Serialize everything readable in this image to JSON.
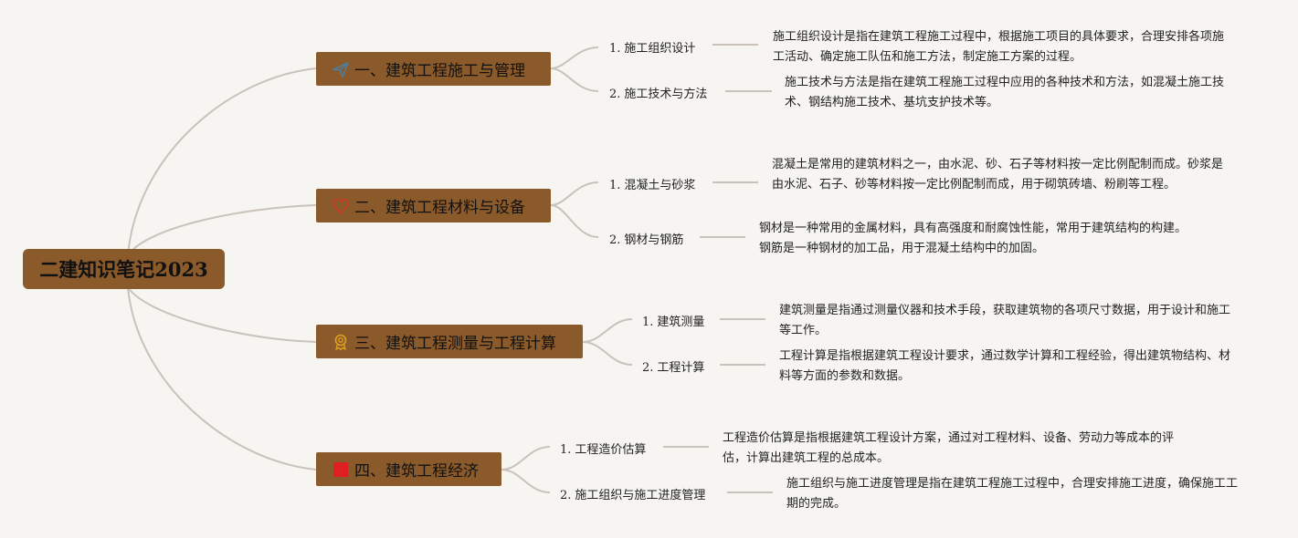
{
  "root": {
    "title": "二建知识笔记2023"
  },
  "branches": [
    {
      "title": "一、建筑工程施工与管理",
      "icon": "paper-plane-icon",
      "items": [
        {
          "num": "1.",
          "label": "施工组织设计",
          "desc": "施工组织设计是指在建筑工程施工过程中，根据施工项目的具体要求，合理安排各项施工活动、确定施工队伍和施工方法，制定施工方案的过程。"
        },
        {
          "num": "2.",
          "label": "施工技术与方法",
          "desc": "施工技术与方法是指在建筑工程施工过程中应用的各种技术和方法，如混凝土施工技术、钢结构施工技术、基坑支护技术等。"
        }
      ]
    },
    {
      "title": "二、建筑工程材料与设备",
      "icon": "heart-icon",
      "items": [
        {
          "num": "1.",
          "label": "混凝土与砂浆",
          "desc": "混凝土是常用的建筑材料之一，由水泥、砂、石子等材料按一定比例配制而成。砂浆是由水泥、石子、砂等材料按一定比例配制而成，用于砌筑砖墙、粉刷等工程。"
        },
        {
          "num": "2.",
          "label": "钢材与钢筋",
          "desc": "钢材是一种常用的金属材料，具有高强度和耐腐蚀性能，常用于建筑结构的构建。钢筋是一种钢材的加工品，用于混凝土结构中的加固。"
        }
      ]
    },
    {
      "title": "三、建筑工程测量与工程计算",
      "icon": "award-ribbon-icon",
      "items": [
        {
          "num": "1.",
          "label": "建筑测量",
          "desc": "建筑测量是指通过测量仪器和技术手段，获取建筑物的各项尺寸数据，用于设计和施工等工作。"
        },
        {
          "num": "2.",
          "label": "工程计算",
          "desc": "工程计算是指根据建筑工程设计要求，通过数学计算和工程经验，得出建筑物结构、材料等方面的参数和数据。"
        }
      ]
    },
    {
      "title": "四、建筑工程经济",
      "icon": "red-square-icon",
      "items": [
        {
          "num": "1.",
          "label": "工程造价估算",
          "desc": "工程造价估算是指根据建筑工程设计方案，通过对工程材料、设备、劳动力等成本的评估，计算出建筑工程的总成本。"
        },
        {
          "num": "2.",
          "label": "施工组织与施工进度管理",
          "desc": "施工组织与施工进度管理是指在建筑工程施工过程中，合理安排施工进度，确保施工工期的完成。"
        }
      ]
    }
  ],
  "colors": {
    "node_fill": "#8b5a2b",
    "link": "#c8c2bb",
    "background": "#f7f5f1",
    "square_icon": "#e02020",
    "heart_icon": "#d23a2a",
    "plane_icon": "#4a7fa0",
    "award_icon": "#e0a020"
  }
}
